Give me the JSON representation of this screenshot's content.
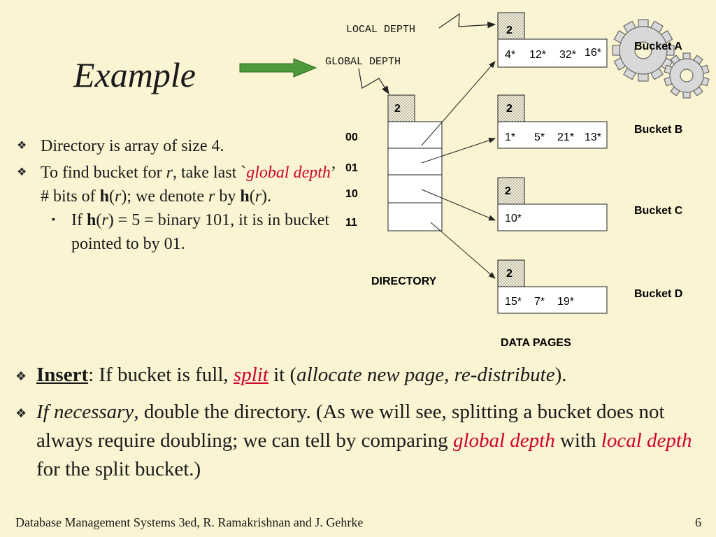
{
  "slide": {
    "title": "Example",
    "bullets": {
      "b1": "Directory is array of size 4.",
      "b2_pre": "To find bucket for ",
      "b2_r": "r",
      "b2_mid": ", take last `",
      "b2_gd": "global depth",
      "b2_post": "’ # bits of ",
      "b2_h": "h",
      "b2_paren_open": "(",
      "b2_r2": "r",
      "b2_after": "); we denote ",
      "b2_r3": "r",
      "b2_by": " by ",
      "b2_h2": "h",
      "b2_po": "(",
      "b2_r4": "r",
      "b2_end": ").",
      "s1_pre": "If ",
      "s1_h": "h",
      "s1_open": "(",
      "s1_r": "r",
      "s1_post": ") = 5 = binary 101,  it is in bucket pointed to by 01."
    },
    "insert": {
      "label": "Insert",
      "colon": ":  If bucket is full, ",
      "split": "split",
      "it": " it (",
      "alloc": "allocate new page, re-distribute",
      "close": ")."
    },
    "necessary": {
      "lead": "If necessary",
      "text1": ", double the directory.  (As we will see, splitting a bucket does not always require doubling; we can tell by comparing ",
      "gd": "global depth",
      "with": " with ",
      "ld": "local depth",
      "text2": " for the split bucket.)"
    },
    "footer": "Database Management Systems 3ed,  R. Ramakrishnan and J. Gehrke",
    "page_number": "6"
  },
  "diagram": {
    "local_depth_label": "LOCAL DEPTH",
    "global_depth_label": "GLOBAL DEPTH",
    "global_depth_value": "2",
    "directory_label": "DIRECTORY",
    "data_pages_label": "DATA PAGES",
    "directory_entries": [
      "00",
      "01",
      "10",
      "11"
    ],
    "buckets": [
      {
        "name": "Bucket A",
        "local_depth": "2",
        "entries": [
          "4*",
          "12*",
          "32*",
          "16*"
        ]
      },
      {
        "name": "Bucket B",
        "local_depth": "2",
        "entries": [
          "1*",
          "5*",
          "21*",
          "13*"
        ]
      },
      {
        "name": "Bucket C",
        "local_depth": "2",
        "entries": [
          "10*"
        ]
      },
      {
        "name": "Bucket D",
        "local_depth": "2",
        "entries": [
          "15*",
          "7*",
          "19*"
        ]
      }
    ],
    "colors": {
      "background": "#FAF4D2",
      "arrow_green": "#4E9A3A",
      "highlight_red": "#D0002F"
    }
  }
}
